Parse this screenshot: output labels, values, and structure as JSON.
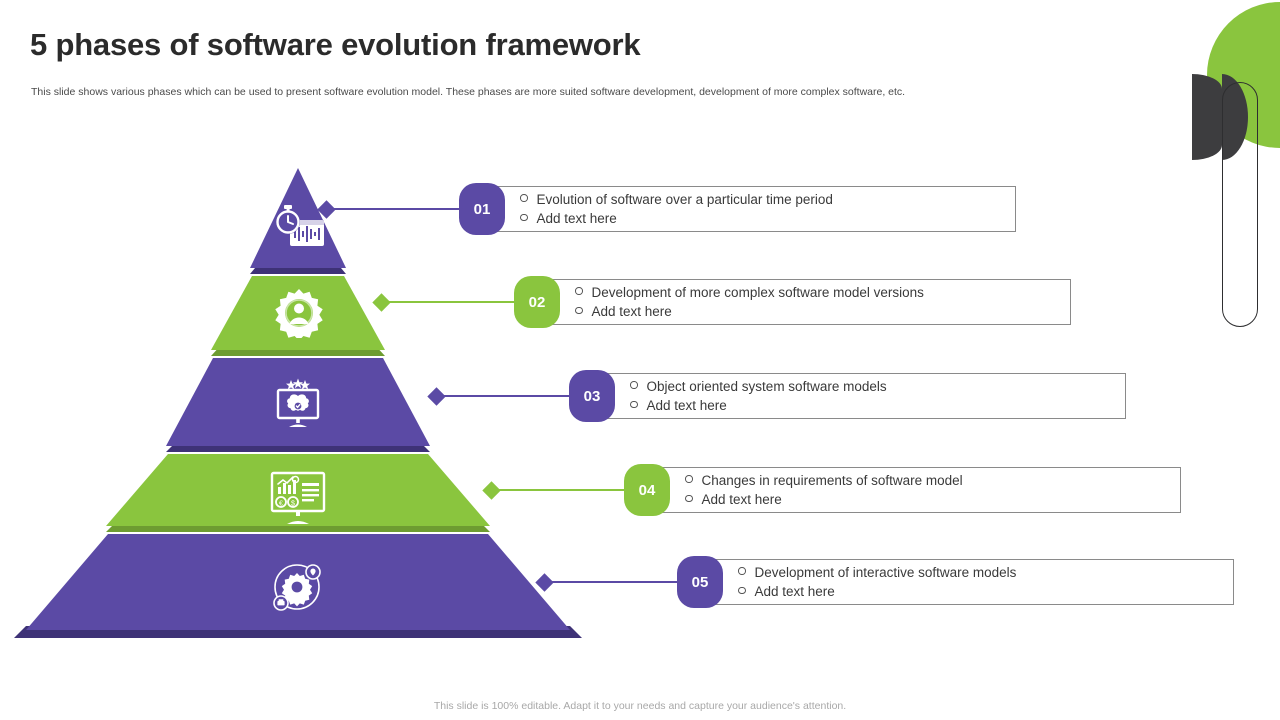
{
  "slide": {
    "title": "5 phases of software evolution framework",
    "subtitle": "This slide shows various phases which can be used to present software evolution model. These phases are more suited software development, development of more complex software, etc.",
    "footer": "This slide is 100% editable. Adapt it to your needs and capture your audience's attention."
  },
  "colors": {
    "purple": "#5B4AA5",
    "purple_dark": "#3e3277",
    "green": "#8AC53E",
    "green_dark": "#6d9c31",
    "box_border": "#8a8a8a",
    "deco_green": "#8AC53E",
    "deco_dark": "#3d3d3f",
    "title": "#2b2b2b",
    "footer": "#a8a8a8"
  },
  "phases": [
    {
      "number": "01",
      "color": "purple",
      "icon": "stopwatch-waveform-icon",
      "bullets": [
        "Evolution of software over a particular time period",
        "Add text here"
      ]
    },
    {
      "number": "02",
      "color": "green",
      "icon": "gear-person-icon",
      "bullets": [
        "Development of more complex software  model versions",
        "Add text here"
      ]
    },
    {
      "number": "03",
      "color": "purple",
      "icon": "monitor-brain-icon",
      "bullets": [
        "Object oriented system software models",
        "Add text here"
      ]
    },
    {
      "number": "04",
      "color": "green",
      "icon": "monitor-dashboard-icon",
      "bullets": [
        "Changes in requirements of software model",
        "Add text here"
      ]
    },
    {
      "number": "05",
      "color": "purple",
      "icon": "gear-orbit-icon",
      "bullets": [
        "Development of interactive software models",
        "Add text here"
      ]
    }
  ]
}
